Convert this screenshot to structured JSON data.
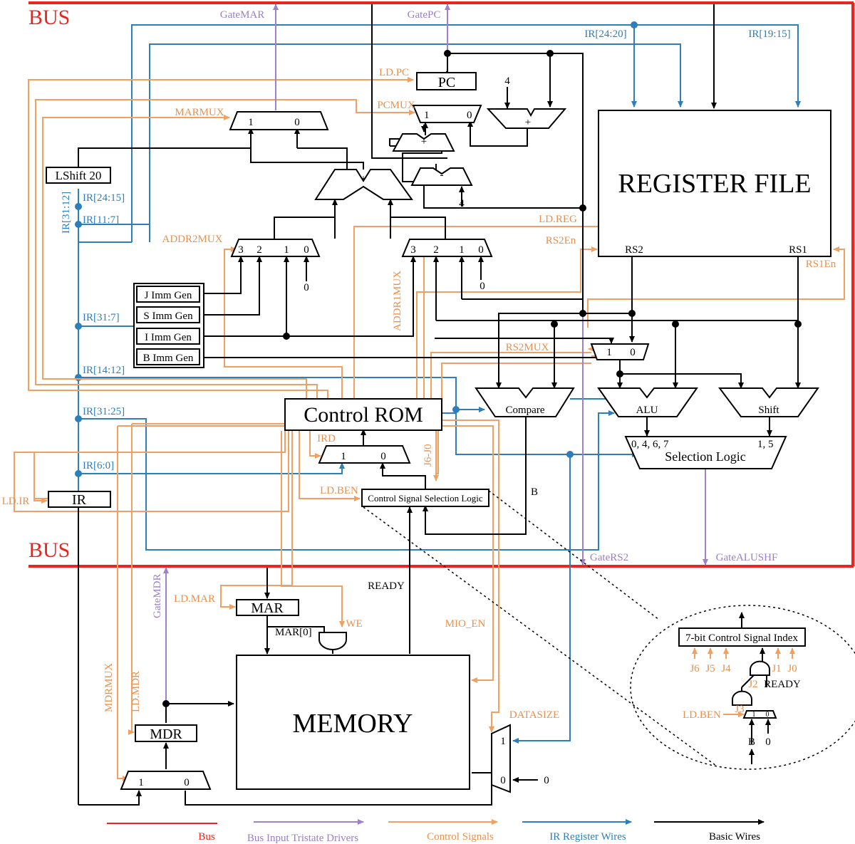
{
  "bus_labels": [
    "BUS",
    "BUS"
  ],
  "blocks": {
    "register_file": "REGISTER FILE",
    "control_rom": "Control ROM",
    "memory": "MEMORY",
    "pc": "PC",
    "ir": "IR",
    "mar": "MAR",
    "mdr": "MDR",
    "lshift": "LShift 20",
    "alu": "ALU",
    "shift": "Shift",
    "compare": "Compare",
    "selection_logic": "Selection Logic",
    "ctrl_sel_logic": "Control Signal Selection Logic",
    "imm_gens": [
      "J Imm Gen",
      "S Imm Gen",
      "I Imm Gen",
      "B Imm Gen"
    ],
    "control_index": "7-bit Control Signal Index"
  },
  "ports": {
    "rs2": "RS2",
    "rs1": "RS1",
    "sel_left": "0, 4, 6, 7",
    "sel_right": "1, 5",
    "mar0": "MAR[0]",
    "ready": "READY",
    "b": "B",
    "four_top": "4",
    "four_bottom": "4",
    "zero": "0",
    "one": "1",
    "two": "2",
    "three": "3",
    "plus": "+",
    "minus": "-"
  },
  "control_signals": {
    "ld_pc": "LD.PC",
    "pcmux": "PCMUX",
    "marmux": "MARMUX",
    "addr2mux": "ADDR2MUX",
    "addr1mux": "ADDR1MUX",
    "ld_reg": "LD.REG",
    "rs2en": "RS2En",
    "rs1en": "RS1En",
    "rs2mux": "RS2MUX",
    "ird": "IRD",
    "j6j0": "J6-J0",
    "ld_ben": "LD.BEN",
    "ld_ir": "LD.IR",
    "ld_mar": "LD.MAR",
    "we": "WE",
    "mio_en": "MIO_EN",
    "datasize": "DATASIZE",
    "mdrmux": "MDRMUX",
    "ld_mdr": "LD.MDR",
    "inset_bits": [
      "J6",
      "J5",
      "J4",
      "J3",
      "J2",
      "J1",
      "J0"
    ],
    "inset_ld_ben": "LD.BEN"
  },
  "ir_wires": {
    "ir_24_20": "IR[24:20]",
    "ir_19_15": "IR[19:15]",
    "ir_31_12": "IR[31:12]",
    "ir_24_15": "IR[24:15]",
    "ir_11_7": "IR[11:7]",
    "ir_31_7": "IR[31:7]",
    "ir_14_12": "IR[14:12]",
    "ir_31_25": "IR[31:25]",
    "ir_6_0": "IR[6:0]"
  },
  "tristate": {
    "gate_mar": "GateMAR",
    "gate_pc": "GatePC",
    "gate_rs2": "GateRS2",
    "gate_alushf": "GateALUSHF",
    "gate_mdr": "GateMDR"
  },
  "legend": [
    {
      "label": "Bus",
      "color": "#e8251f"
    },
    {
      "label": "Bus Input Tristate Drivers",
      "color": "#9a7fc4"
    },
    {
      "label": "Control Signals",
      "color": "#e8904c"
    },
    {
      "label": "IR Register Wires",
      "color": "#2c7fb8"
    },
    {
      "label": "Basic Wires",
      "color": "#000000"
    }
  ],
  "colors": {
    "bus": "#e8251f",
    "tristate": "#a080c8",
    "control": "#f0a060",
    "ir": "#2c7fb8",
    "basic": "#000000"
  }
}
